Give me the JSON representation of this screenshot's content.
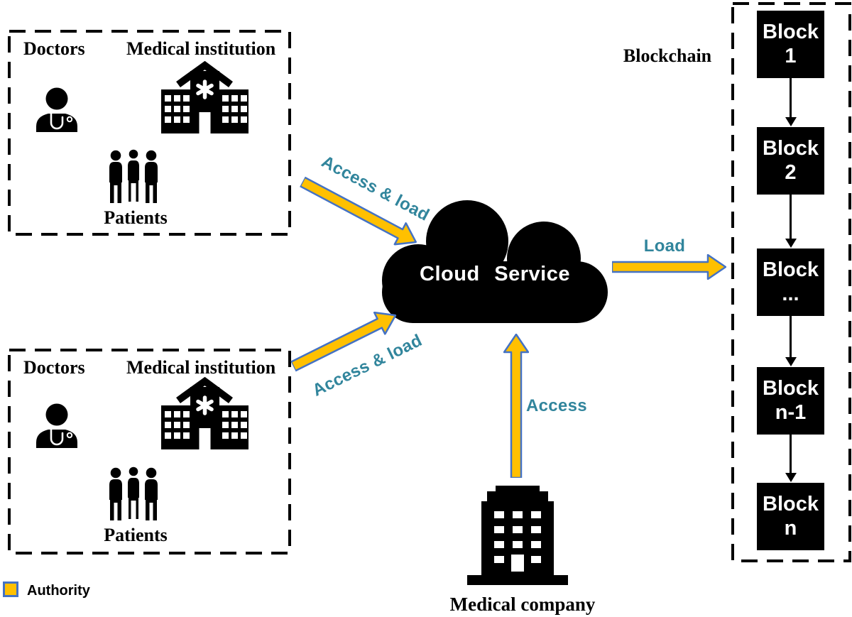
{
  "groups": [
    {
      "doctors_label": "Doctors",
      "institution_label": "Medical institution",
      "patients_label": "Patients"
    },
    {
      "doctors_label": "Doctors",
      "institution_label": "Medical institution",
      "patients_label": "Patients"
    }
  ],
  "cloud": {
    "label": "Cloud Service"
  },
  "arrows": {
    "top_access_load": {
      "label": "Access & load"
    },
    "bottom_access_load": {
      "label": "Access & load"
    },
    "load": {
      "label": "Load"
    },
    "access": {
      "label": "Access"
    }
  },
  "blockchain": {
    "title": "Blockchain",
    "blocks": [
      {
        "line1": "Block",
        "line2": "1"
      },
      {
        "line1": "Block",
        "line2": "2"
      },
      {
        "line1": "Block",
        "line2": "..."
      },
      {
        "line1": "Block",
        "line2": "n-1"
      },
      {
        "line1": "Block",
        "line2": "n"
      }
    ]
  },
  "company": {
    "label": "Medical company"
  },
  "legend": {
    "label": "Authority"
  },
  "colors": {
    "arrow_fill": "#FFC000",
    "arrow_outline": "#4472C4",
    "flow_text": "#31859C",
    "shape_black": "#000000",
    "block_text": "#FFFFFF",
    "background": "#FFFFFF"
  }
}
